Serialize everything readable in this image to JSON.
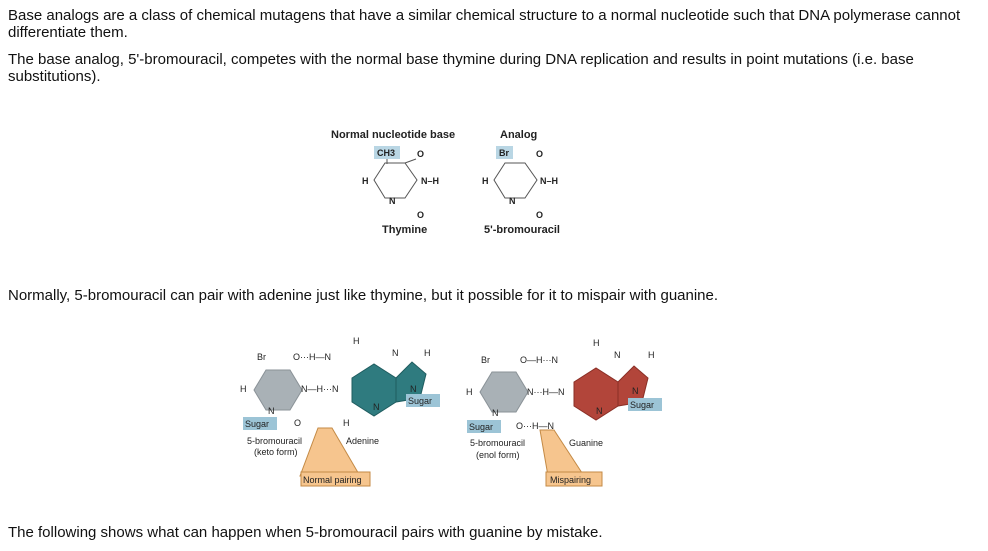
{
  "text": {
    "p1": "Base analogs are a class of chemical mutagens that have a similar chemical structure to a normal nucleotide such that DNA polymerase cannot differentiate them.",
    "p2": "The base analog, 5'-bromouracil, competes with the normal base thymine during DNA replication and results in point mutations (i.e. base substitutions).",
    "p3": "Normally, 5-bromouracil can pair with adenine just like thymine, but it possible for it to mispair with guanine.",
    "p4": "The following shows what can happen when 5-bromouracil pairs with guanine by mistake."
  },
  "figure1": {
    "header_normal": "Normal nucleotide base",
    "header_analog": "Analog",
    "ch3": "CH3",
    "br": "Br",
    "o": "O",
    "h": "H",
    "nh": "N–H",
    "n": "N",
    "thymine": "Thymine",
    "bromouracil": "5'-bromouracil"
  },
  "figure2": {
    "br": "Br",
    "h": "H",
    "n": "N",
    "o": "O",
    "sugar": "Sugar",
    "hbond_top_left": "O···H—N",
    "hbond_mid_left": "N—H···N",
    "hbond_top_right": "O—H···N",
    "hbond_mid_right": "N···H—N",
    "hbond_bot_right": "O···H—N",
    "bu_keto": "5-bromouracil",
    "keto_form": "(keto form)",
    "bu_enol": "5-bromouracil",
    "enol_form": "(enol form)",
    "adenine": "Adenine",
    "guanine": "Guanine",
    "normal_pairing": "Normal pairing",
    "mispairing": "Mispairing"
  },
  "colors": {
    "sugar_box": "#9cc4d6",
    "bromouracil_ring": "#a9b1b6",
    "adenine_ring": "#2f7b7f",
    "guanine_ring": "#b2453a",
    "callout_fill": "#f6c58e",
    "callout_stroke": "#c48a45"
  }
}
